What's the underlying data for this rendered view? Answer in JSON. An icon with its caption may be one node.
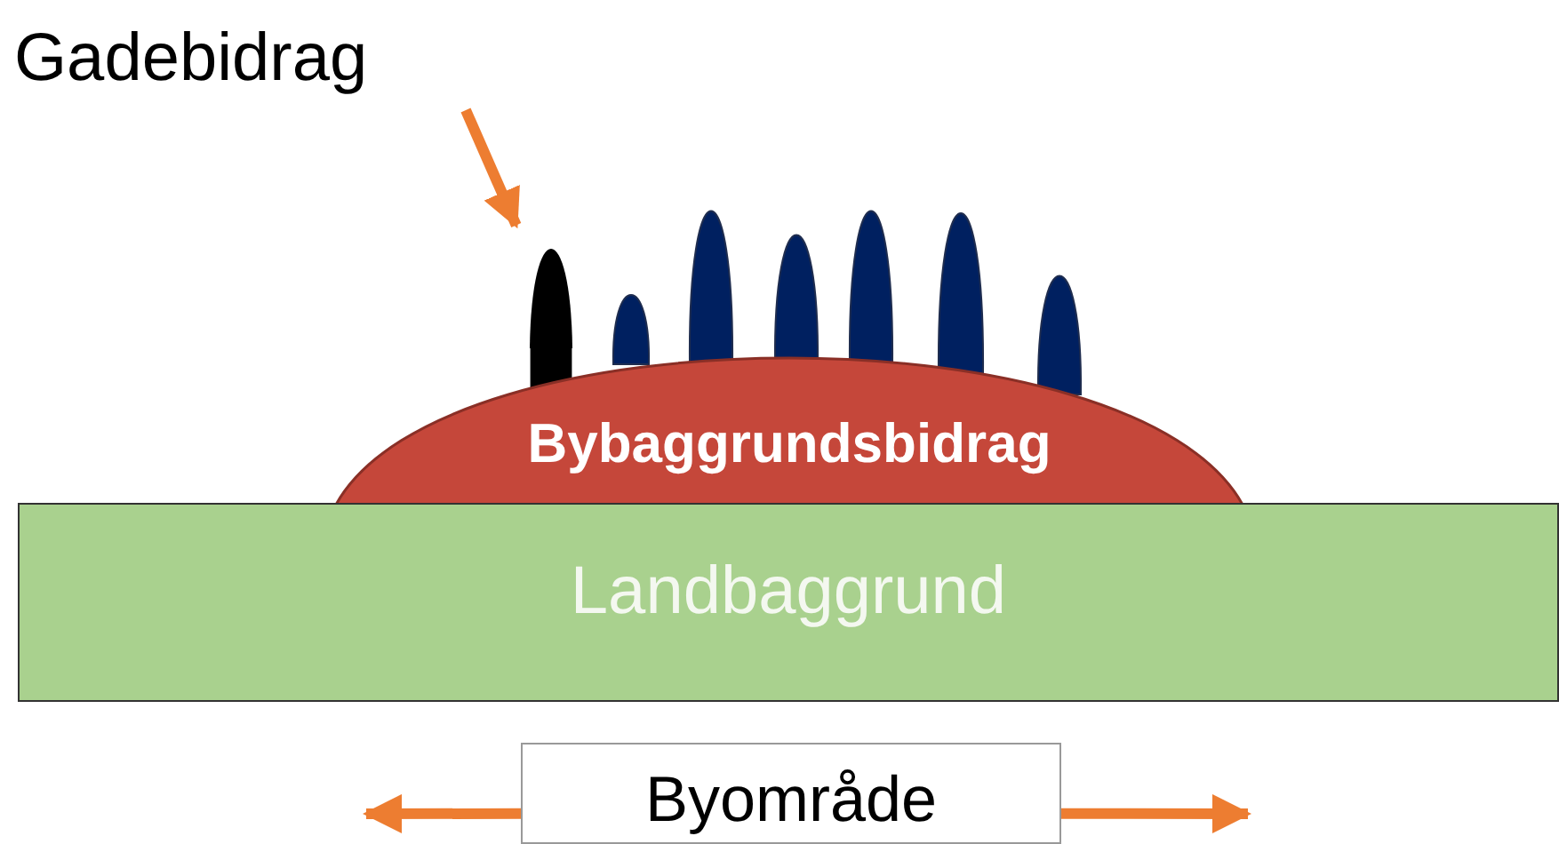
{
  "diagram": {
    "nodes": [
      {
        "text": [
          "Gadebidrag"
        ]
      },
      {
        "text": [],
        "shape": "spike"
      },
      {
        "text": [
          "Bybaggrundsbidrag"
        ]
      },
      {
        "text": [
          "Landbaggrund"
        ]
      },
      {
        "text": [
          "Byområde"
        ]
      }
    ],
    "edges": [
      {
        "from": 0,
        "to": 1,
        "arrow": "to",
        "color": "#ed7d31"
      },
      {
        "from": 4,
        "to": null,
        "arrow": "to",
        "color": "#ed7d31"
      },
      {
        "from": 4,
        "to": null,
        "arrow": "to",
        "color": "#ed7d31"
      }
    ]
  }
}
